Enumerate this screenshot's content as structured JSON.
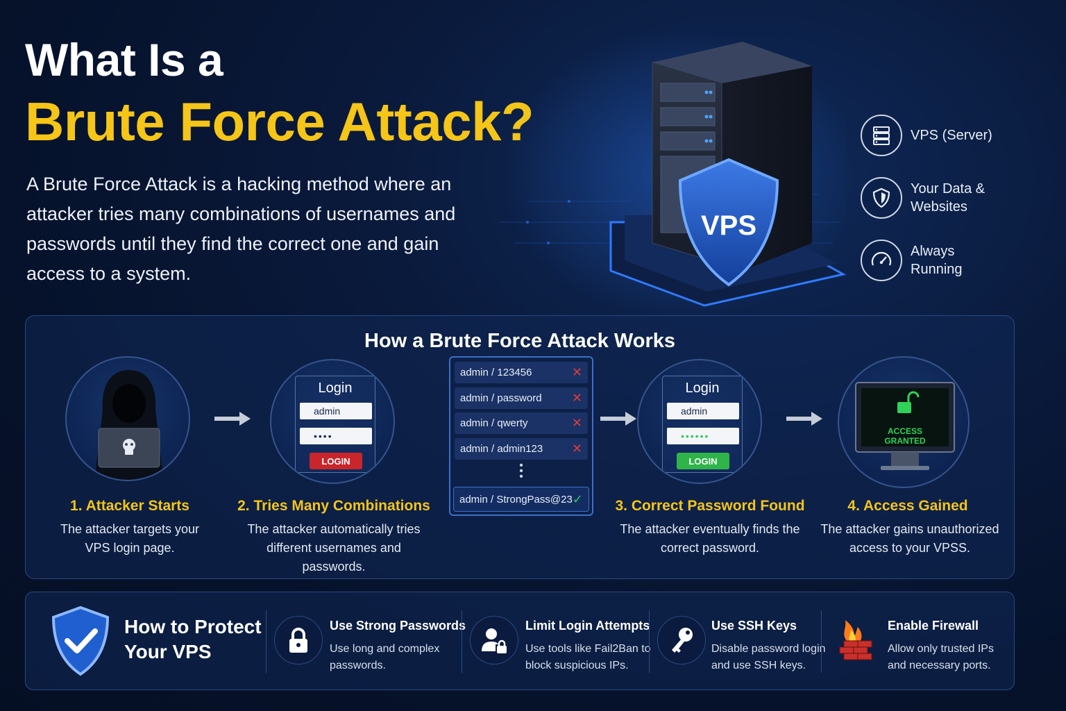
{
  "header": {
    "title_line1": "What Is a",
    "title_line2": "Brute Force Attack?",
    "intro": "A Brute Force Attack is a hacking method where an attacker tries many combinations of usernames and passwords until they find the correct one and gain access to a system."
  },
  "hero": {
    "shield_label": "VPS"
  },
  "legend": [
    {
      "icon": "server-icon",
      "label": "VPS (Server)"
    },
    {
      "icon": "shield-icon",
      "label": "Your Data & Websites"
    },
    {
      "icon": "gauge-icon",
      "label": "Always Running"
    }
  ],
  "works": {
    "title": "How a Brute Force Attack Works",
    "steps": [
      {
        "title": "1. Attacker Starts",
        "desc": "The attacker targets your VPS login page."
      },
      {
        "title": "2. Tries Many Combinations",
        "desc": "The attacker automatically tries different usernames and passwords."
      },
      {
        "title": "3. Correct Password Found",
        "desc": "The attacker eventually finds the correct password."
      },
      {
        "title": "4. Access Gained",
        "desc": "The attacker gains unauthorized access to your VPSS."
      }
    ],
    "login_fail": {
      "title": "Login",
      "username": "admin",
      "password": "••••",
      "button": "LOGIN"
    },
    "login_success": {
      "title": "Login",
      "username": "admin",
      "password": "••••••",
      "button": "LOGIN"
    },
    "combos": [
      {
        "text": "admin / 123456",
        "status": "fail"
      },
      {
        "text": "admin / password",
        "status": "fail"
      },
      {
        "text": "admin / qwerty",
        "status": "fail"
      },
      {
        "text": "admin / admin123",
        "status": "fail"
      }
    ],
    "combo_success": {
      "text": "admin / StrongPass@23",
      "status": "success"
    },
    "monitor_text_line1": "ACCESS",
    "monitor_text_line2": "GRANTED"
  },
  "protect": {
    "title_line1": "How to Protect",
    "title_line2": "Your VPS",
    "items": [
      {
        "icon": "padlock-icon",
        "title": "Use Strong Passwords",
        "desc": "Use long and complex passwords."
      },
      {
        "icon": "user-lock-icon",
        "title": "Limit Login Attempts",
        "desc": "Use tools like Fail2Ban to block suspicious IPs."
      },
      {
        "icon": "key-icon",
        "title": "Use SSH Keys",
        "desc": "Disable password login and use SSH keys."
      },
      {
        "icon": "firewall-icon",
        "title": "Enable Firewall",
        "desc": "Allow only trusted IPs and necessary ports."
      }
    ]
  },
  "colors": {
    "accent": "#f5c518",
    "background": "#06122b",
    "fail": "#e23b3b",
    "success": "#34c759",
    "panel_border": "#2a4a7f"
  }
}
